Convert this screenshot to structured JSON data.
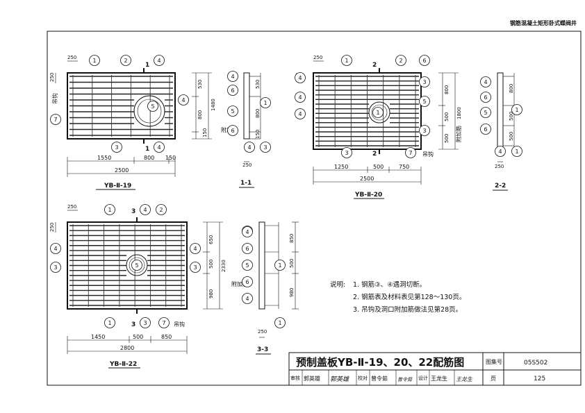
{
  "header": {
    "series_title": "钢筋混凝土矩形卧式蝶阀井"
  },
  "drawings": {
    "yb19": {
      "label": "YB-Ⅱ-19",
      "section_marker": "1",
      "side_left": "吊钩",
      "dims_top": [
        "250"
      ],
      "dims_left": [
        "250"
      ],
      "dims_bottom_parts": [
        "1550",
        "800",
        "150"
      ],
      "dims_bottom_total": "2500",
      "dims_right_parts": [
        "530",
        "800",
        "150"
      ],
      "dims_right_total": "1480",
      "callouts": [
        "1",
        "2",
        "4",
        "4",
        "5",
        "3",
        "4",
        "7"
      ]
    },
    "sec11": {
      "label": "1-1",
      "side_label": "附加筋",
      "dims_right": [
        "530",
        "800",
        "150"
      ],
      "dim_bottom": "250",
      "callouts": [
        "4",
        "6",
        "5",
        "6",
        "4",
        "3",
        "1"
      ]
    },
    "yb20": {
      "label": "YB-Ⅱ-20",
      "section_marker": "2",
      "side_bottom": "吊钩",
      "dims_top": [
        "250"
      ],
      "dims_left": [
        "250"
      ],
      "dims_bottom_parts": [
        "1250",
        "500",
        "750"
      ],
      "dims_bottom_total": "2500",
      "dims_right_parts": [
        "800",
        "500",
        "500"
      ],
      "dims_right_total": "1800",
      "callouts": [
        "1",
        "2",
        "4",
        "4",
        "4",
        "6",
        "3",
        "5",
        "3",
        "1",
        "3",
        "7"
      ]
    },
    "sec22": {
      "label": "2-2",
      "side_label": "附加筋",
      "dims_right": [
        "800",
        "500",
        "500"
      ],
      "dim_bottom": "250",
      "callouts": [
        "4",
        "6",
        "5",
        "6",
        "4",
        "1",
        "1"
      ]
    },
    "yb22": {
      "label": "YB-Ⅱ-22",
      "section_marker": "3",
      "side_bottom": "吊钩",
      "dims_top": [
        "250"
      ],
      "dims_left": [
        "250"
      ],
      "dims_bottom_parts": [
        "1450",
        "500",
        "850"
      ],
      "dims_bottom_total": "2800",
      "dims_right_parts": [
        "650",
        "500",
        "980"
      ],
      "dims_right_total": "2330",
      "callouts": [
        "1",
        "4",
        "2",
        "4",
        "4",
        "3",
        "5",
        "3",
        "1",
        "3",
        "7"
      ]
    },
    "sec33": {
      "label": "3-3",
      "side_label": "附加筋",
      "dims_right": [
        "850",
        "500",
        "980"
      ],
      "dim_bottom": "250",
      "callouts": [
        "3",
        "4",
        "6",
        "5",
        "6",
        "4",
        "1",
        "1"
      ]
    }
  },
  "notes": {
    "heading": "说明:",
    "items": [
      "1. 钢筋③、④遇洞切断。",
      "2. 钢筋表及材料表见第128～130页。",
      "3. 吊钩及洞口附加筋做法见第28页。"
    ]
  },
  "title_block": {
    "title": "预制盖板YB-Ⅱ-19、20、22配筋图",
    "atlas_label": "图集号",
    "atlas_no": "05S502",
    "review_label": "审核",
    "reviewer": "郭英雄",
    "reviewer_sign": "郭英雄",
    "check_label": "校对",
    "checker": "曾令茹",
    "checker_sign": "曾令茹",
    "design_label": "设计",
    "designer": "王龙生",
    "designer_sign": "王龙生",
    "page_label": "页",
    "page_no": "125"
  }
}
